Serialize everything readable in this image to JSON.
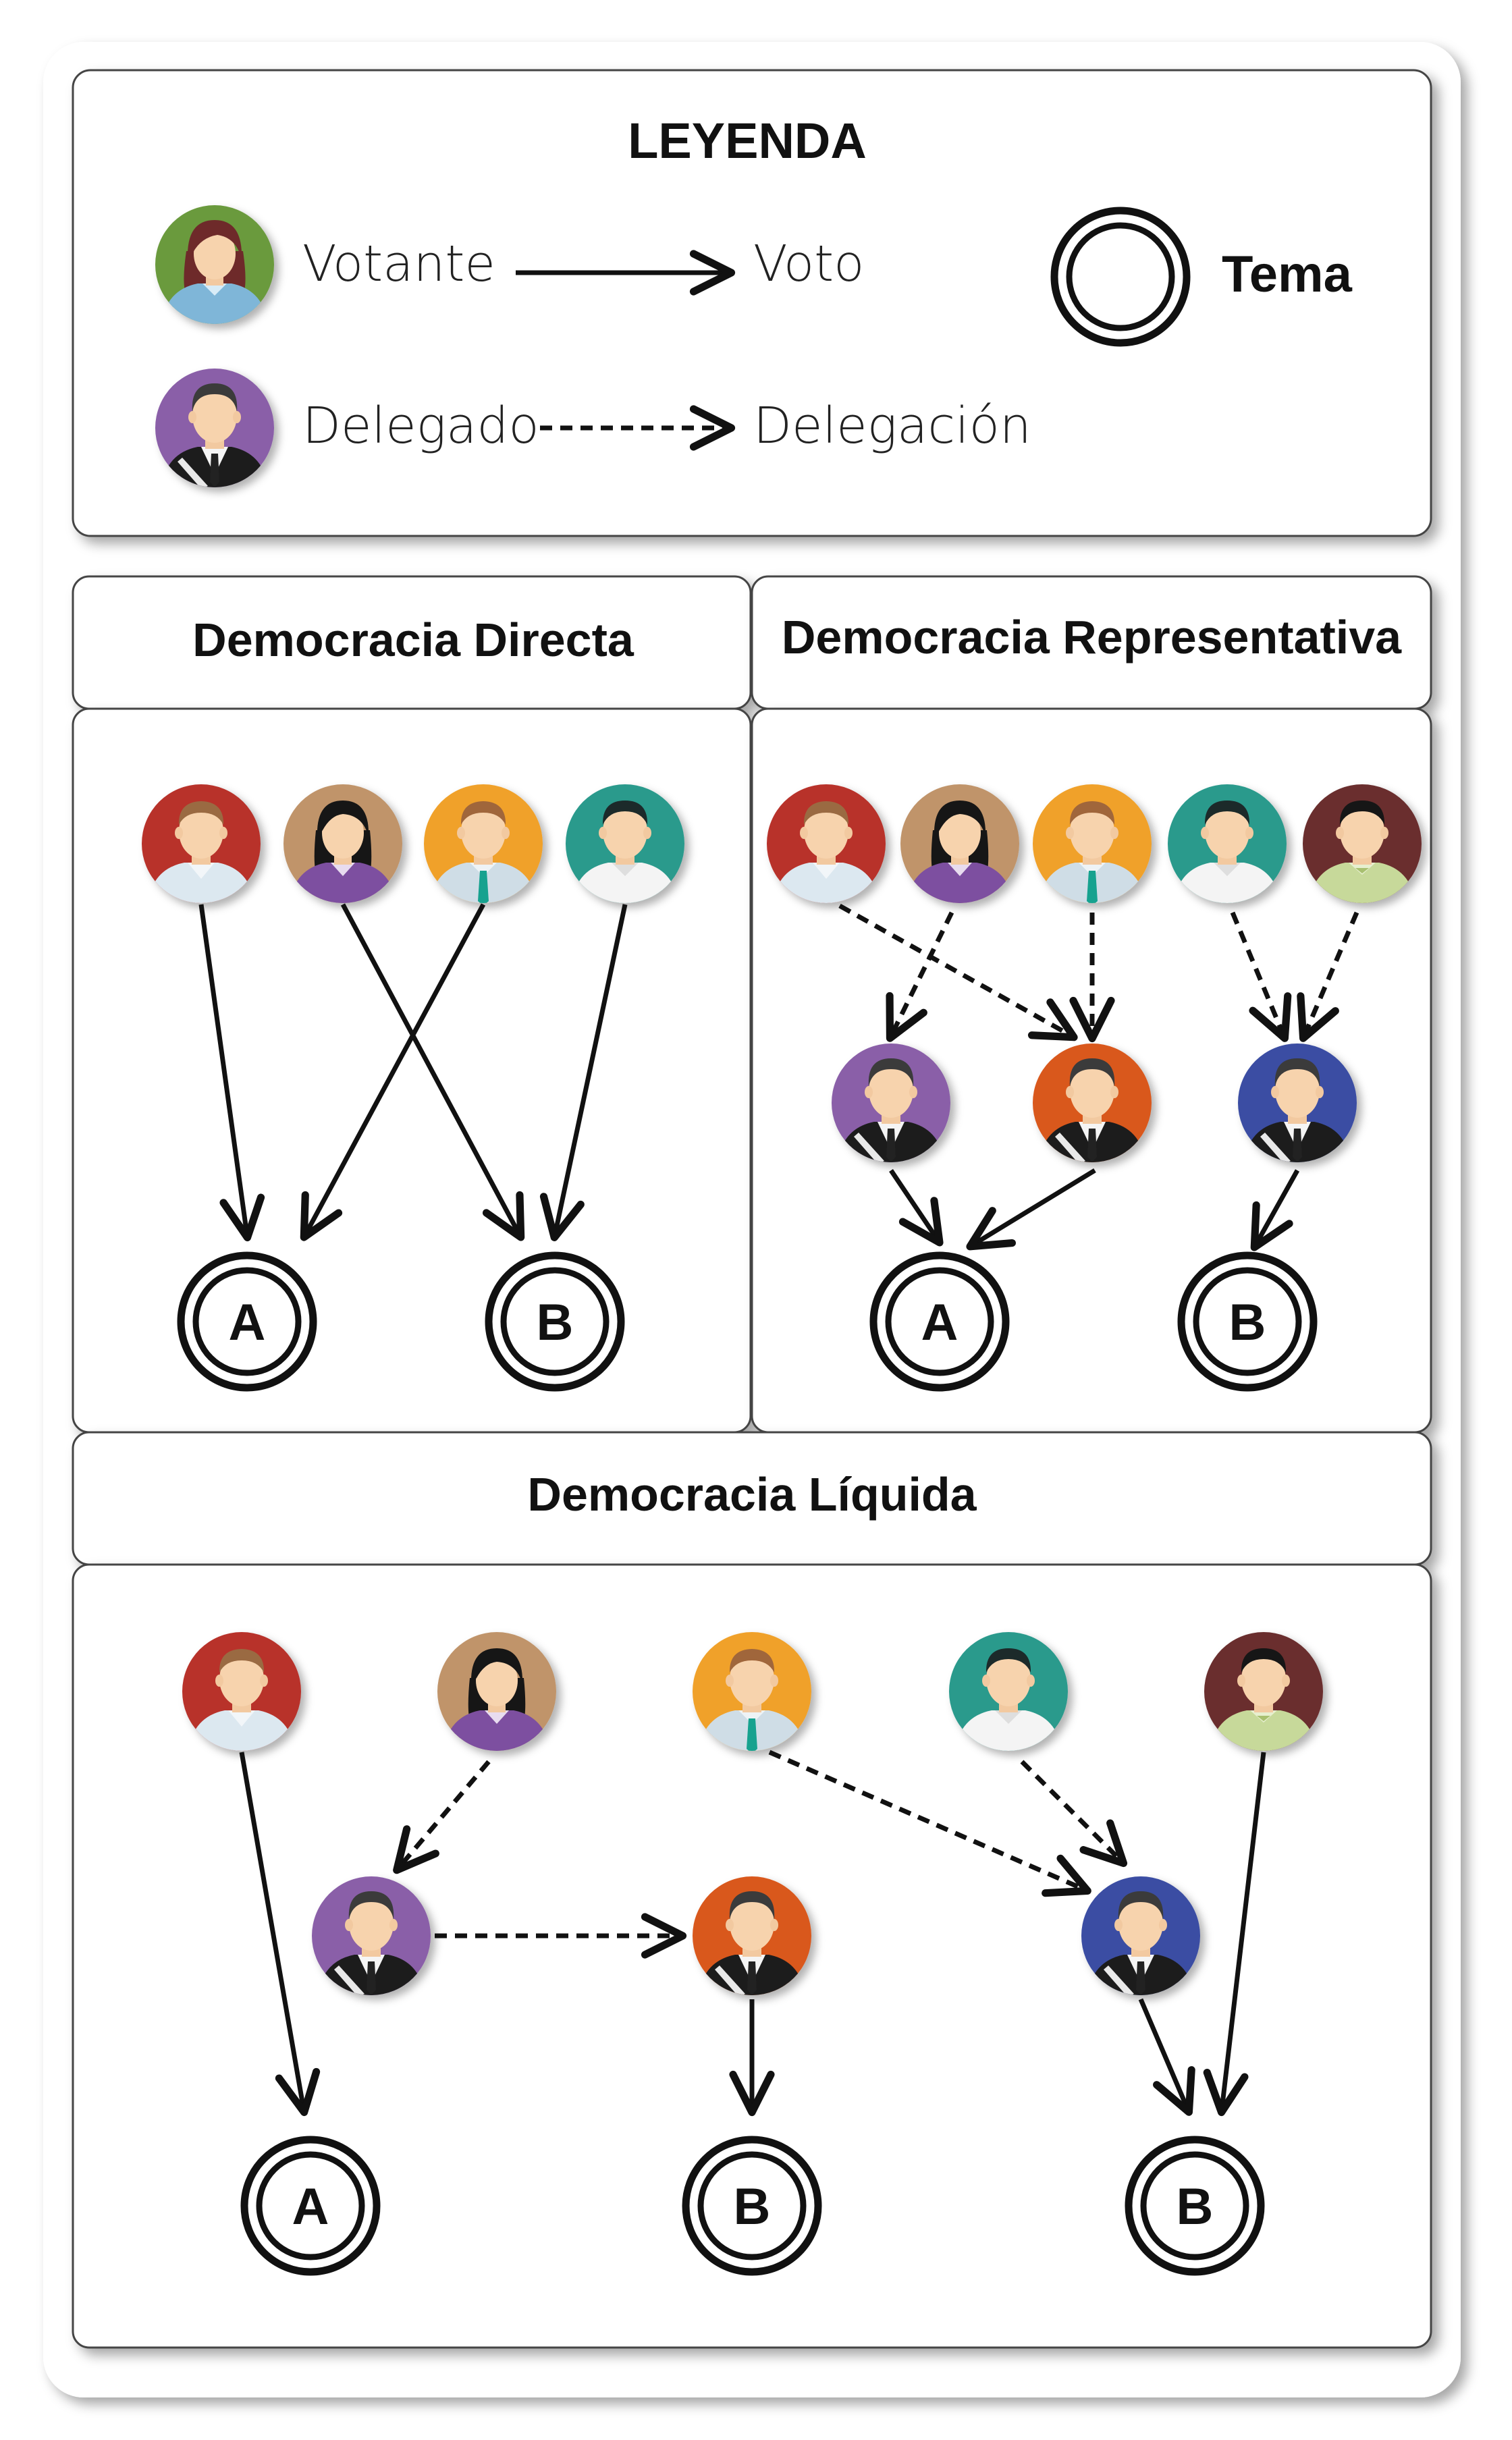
{
  "legend": {
    "title": "LEYENDA",
    "voter_label": "Votante",
    "vote_label": "Voto",
    "delegate_label": "Delegado",
    "delegation_label": "Delegación",
    "topic_label": "Tema"
  },
  "panels": {
    "direct": {
      "title": "Democracia Directa",
      "topic_a": "A",
      "topic_b": "B"
    },
    "representative": {
      "title": "Democracia Representativa",
      "topic_a": "A",
      "topic_b": "B"
    },
    "liquid": {
      "title": "Democracia Líquida",
      "topic_a": "A",
      "topic_b1": "B",
      "topic_b2": "B"
    }
  },
  "colors": {
    "legend_voter": "#6a9a3c",
    "legend_delegate": "#8a5fa8",
    "red": "#b8312c",
    "tan": "#c0946a",
    "orange": "#f0a12a",
    "teal": "#2a9a8c",
    "maroon": "#6b2f2e",
    "purple": "#8a5fa8",
    "burnt_orange": "#d9581f",
    "blue": "#3a4ea3",
    "ink": "#111111"
  }
}
